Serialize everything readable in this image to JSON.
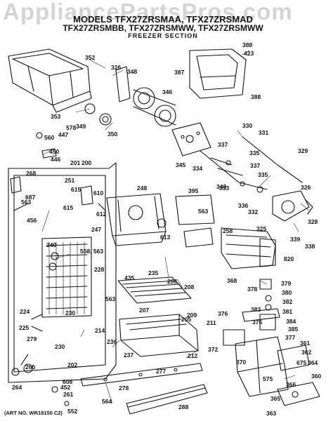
{
  "watermark": "AppliancePartsPros.com",
  "header": {
    "line1": "MODELS TFX27ZRSMAA, TFX27ZRSMAD",
    "line2": "TFX27ZRSMBB, TFX27ZRSMWW, TFX27ZRSMWW",
    "line3": "FREEZER SECTION"
  },
  "art_number": "(ART NO. WR18150 C2)",
  "callouts": [
    "352",
    "326",
    "348",
    "388",
    "423",
    "387",
    "346",
    "388",
    "353",
    "578",
    "447",
    "560",
    "349",
    "350",
    "450",
    "446",
    "330",
    "331",
    "329",
    "337",
    "334",
    "335",
    "345",
    "340",
    "333",
    "337",
    "335",
    "268",
    "201",
    "200",
    "251",
    "687",
    "615",
    "615",
    "612",
    "610",
    "563",
    "248",
    "395",
    "563",
    "336",
    "332",
    "326",
    "325",
    "328",
    "339",
    "338",
    "456",
    "258",
    "613",
    "247",
    "240",
    "558, 563",
    "228",
    "820",
    "435",
    "235",
    "206",
    "208",
    "368",
    "378",
    "379",
    "380",
    "382",
    "381",
    "563",
    "207",
    "205",
    "376",
    "383",
    "375",
    "384",
    "385",
    "377",
    "224",
    "225",
    "279",
    "214",
    "236",
    "230",
    "230",
    "209",
    "211",
    "372",
    "361",
    "362",
    "364",
    "675",
    "575",
    "370",
    "360",
    "366",
    "365",
    "363",
    "202",
    "265",
    "264",
    "261",
    "608",
    "452",
    "552",
    "237",
    "212",
    "277",
    "278",
    "564",
    "288"
  ]
}
